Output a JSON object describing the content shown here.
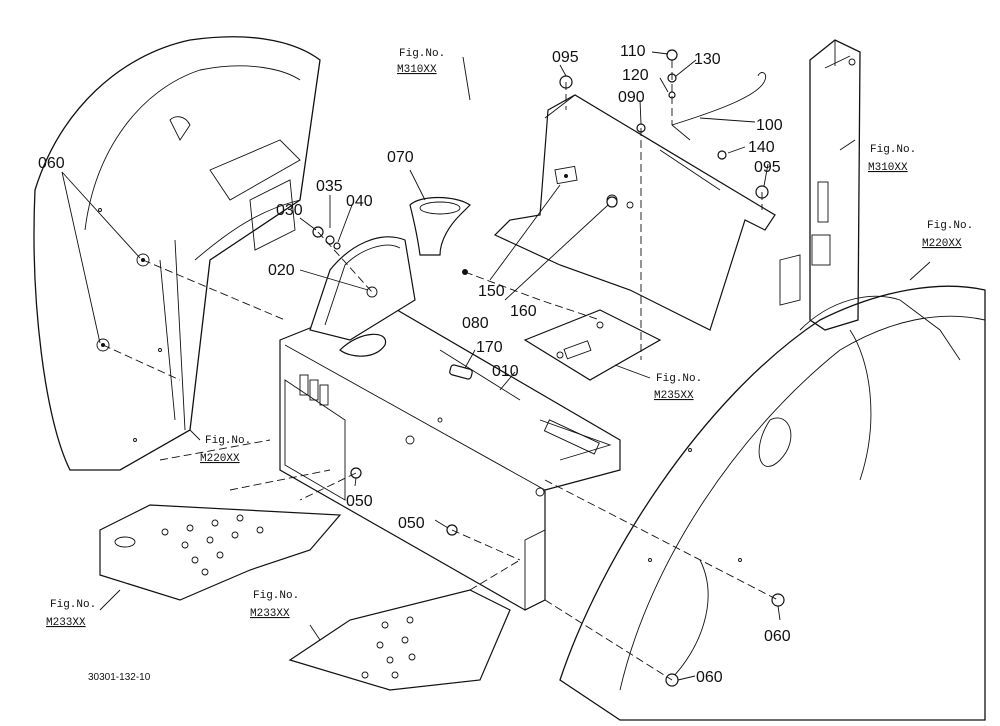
{
  "diagram": {
    "part_labels": {
      "p060_left": "060",
      "p035": "035",
      "p040": "040",
      "p030": "030",
      "p020": "020",
      "p070": "070",
      "p095_top": "095",
      "p110": "110",
      "p130": "130",
      "p120": "120",
      "p090": "090",
      "p100": "100",
      "p140": "140",
      "p095_right": "095",
      "p150": "150",
      "p160": "160",
      "p080": "080",
      "p170": "170",
      "p010": "010",
      "p050_mid": "050",
      "p050_low": "050",
      "p060_right": "060",
      "p060_bottom": "060"
    },
    "fig_refs": {
      "m310_top": {
        "fig": "Fig.No.",
        "code": "M310XX"
      },
      "m310_right": {
        "fig": "Fig.No.",
        "code": "M310XX"
      },
      "m220_right": {
        "fig": "Fig.No.",
        "code": "M220XX"
      },
      "m235": {
        "fig": "Fig.No.",
        "code": "M235XX"
      },
      "m220_left": {
        "fig": "Fig.No.",
        "code": "M220XX"
      },
      "m233_left": {
        "fig": "Fig.No.",
        "code": "M233XX"
      },
      "m233_center": {
        "fig": "Fig.No.",
        "code": "M233XX"
      }
    },
    "drawing_code": "30301-132-10"
  }
}
